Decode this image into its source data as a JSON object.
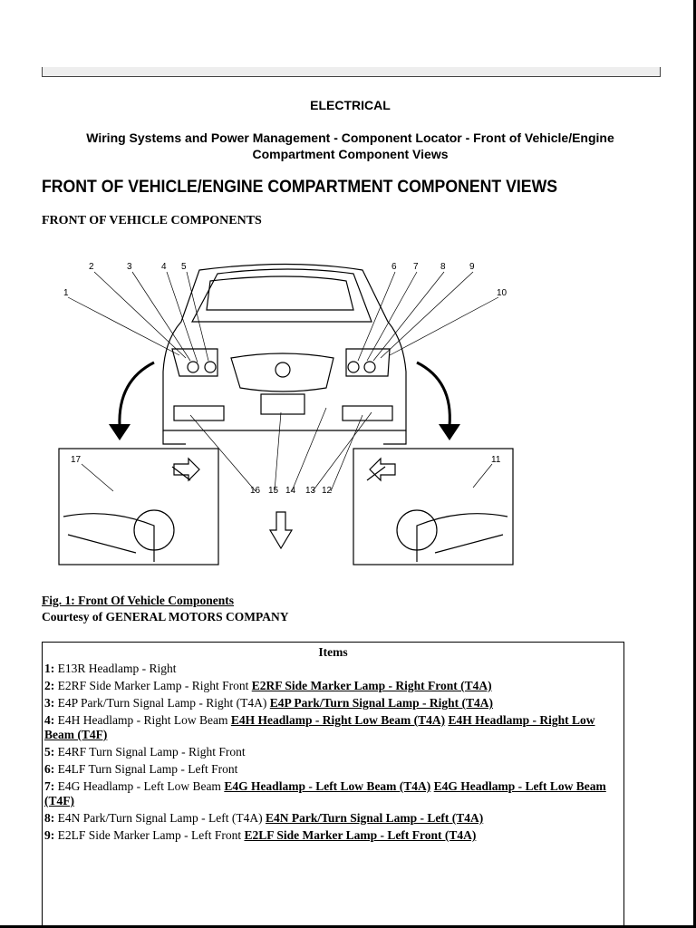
{
  "header": {
    "section": "ELECTRICAL",
    "subtitle": "Wiring Systems and Power Management - Component Locator - Front of Vehicle/Engine Compartment Component Views",
    "title": "FRONT OF VEHICLE/ENGINE COMPARTMENT COMPONENT VIEWS",
    "subheading": "FRONT OF VEHICLE COMPONENTS"
  },
  "figure": {
    "callouts": [
      "1",
      "2",
      "3",
      "4",
      "5",
      "6",
      "7",
      "8",
      "9",
      "10",
      "11",
      "12",
      "13",
      "14",
      "15",
      "16",
      "17"
    ],
    "caption": "Fig. 1: Front Of Vehicle Components",
    "courtesy": "Courtesy of GENERAL MOTORS COMPANY"
  },
  "items": {
    "header": "Items",
    "rows": [
      {
        "num": "1:",
        "text": "E13R Headlamp - Right",
        "links": []
      },
      {
        "num": "2:",
        "text": "E2RF Side Marker Lamp - Right Front",
        "links": [
          "E2RF Side Marker Lamp - Right Front (T4A)"
        ]
      },
      {
        "num": "3:",
        "text": "E4P Park/Turn Signal Lamp - Right (T4A)",
        "links": [
          "E4P Park/Turn Signal Lamp - Right (T4A)"
        ]
      },
      {
        "num": "4:",
        "text": "E4H Headlamp - Right Low Beam",
        "links": [
          "E4H Headlamp - Right Low Beam (T4A)",
          "E4H Headlamp - Right Low Beam (T4F)"
        ]
      },
      {
        "num": "5:",
        "text": "E4RF Turn Signal Lamp - Right Front",
        "links": []
      },
      {
        "num": "6:",
        "text": "E4LF Turn Signal Lamp - Left Front",
        "links": []
      },
      {
        "num": "7:",
        "text": "E4G Headlamp - Left Low Beam",
        "links": [
          "E4G Headlamp - Left Low Beam (T4A)",
          "E4G Headlamp - Left Low Beam (T4F)"
        ]
      },
      {
        "num": "8:",
        "text": "E4N Park/Turn Signal Lamp - Left (T4A)",
        "links": [
          "E4N Park/Turn Signal Lamp - Left (T4A)"
        ]
      },
      {
        "num": "9:",
        "text": "E2LF Side Marker Lamp - Left Front",
        "links": [
          "E2LF Side Marker Lamp - Left Front (T4A)"
        ]
      }
    ]
  }
}
